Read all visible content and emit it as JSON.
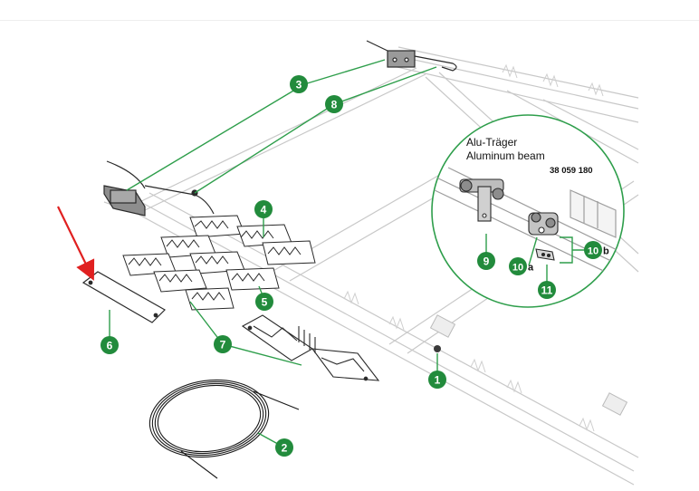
{
  "colors": {
    "callout_fill": "#228b3c",
    "leader_line": "#2e9e4b",
    "arrow": "#e02020",
    "structure_stroke": "#bdbdbd",
    "part_stroke": "#2a2a2a"
  },
  "detail": {
    "title_de": "Alu-Träger",
    "title_en": "Aluminum beam",
    "part_number": "38 059 180"
  },
  "callouts": [
    {
      "id": "c1",
      "label": "1"
    },
    {
      "id": "c2",
      "label": "2"
    },
    {
      "id": "c3",
      "label": "3"
    },
    {
      "id": "c4",
      "label": "4"
    },
    {
      "id": "c5",
      "label": "5"
    },
    {
      "id": "c6",
      "label": "6"
    },
    {
      "id": "c7",
      "label": "7"
    },
    {
      "id": "c8",
      "label": "8"
    },
    {
      "id": "c9",
      "label": "9"
    },
    {
      "id": "c10a",
      "label": "10",
      "suffix": "a"
    },
    {
      "id": "c10b",
      "label": "10",
      "suffix": "b"
    },
    {
      "id": "c11",
      "label": "11"
    }
  ],
  "icons": {
    "arrow": "red-pointer-arrow-icon"
  }
}
